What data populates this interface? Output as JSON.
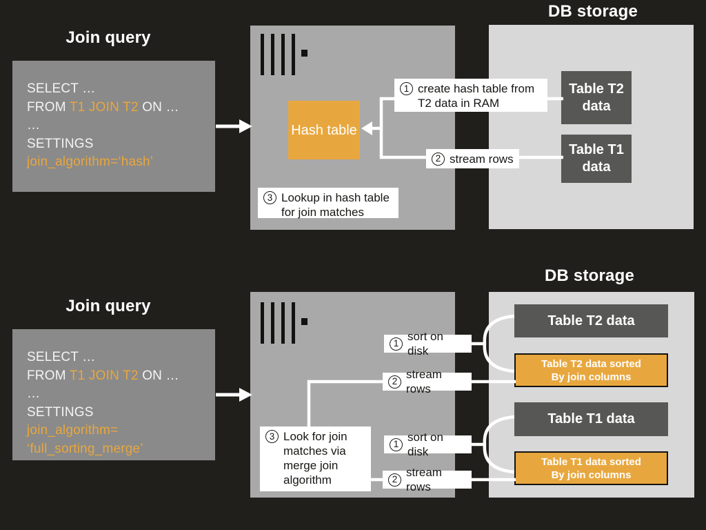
{
  "colors": {
    "background": "#201F1B",
    "accent_orange": "#E8A73E",
    "server_gray": "#A9A9A9",
    "storage_gray": "#D8D8D8",
    "query_box_gray": "#8A8A8A",
    "table_dark_gray": "#575756",
    "connector_white": "#FFFFFF",
    "label_text": "#161613"
  },
  "hash_diagram": {
    "title": "Join query",
    "storage_title": "DB storage",
    "query_lines": [
      [
        {
          "t": "SELECT …"
        }
      ],
      [
        {
          "t": "FROM "
        },
        {
          "t": "T1 JOIN T2",
          "c": "accent"
        },
        {
          "t": " ON …"
        }
      ],
      [
        {
          "t": "…"
        }
      ],
      [
        {
          "t": "SETTINGS"
        }
      ],
      [
        {
          "t": "join_algorithm=‘hash’",
          "c": "accent"
        }
      ]
    ],
    "hash_table_label": "Hash table",
    "steps": {
      "create": {
        "num": "1",
        "text": "create hash table from T2 data in RAM"
      },
      "stream": {
        "num": "2",
        "text": "stream rows"
      },
      "lookup": {
        "num": "3",
        "text": "Lookup in hash table for join matches"
      }
    },
    "tables": {
      "t2": "Table T2 data",
      "t1": "Table T1 data"
    }
  },
  "merge_diagram": {
    "title": "Join query",
    "storage_title": "DB storage",
    "query_lines": [
      [
        {
          "t": "SELECT …"
        }
      ],
      [
        {
          "t": "FROM "
        },
        {
          "t": "T1 JOIN T2",
          "c": "accent"
        },
        {
          "t": " ON …"
        }
      ],
      [
        {
          "t": "…"
        }
      ],
      [
        {
          "t": "SETTINGS"
        }
      ],
      [
        {
          "t": "join_algorithm=",
          "c": "accent"
        }
      ],
      [
        {
          "t": "‘full_sorting_merge’",
          "c": "accent"
        }
      ]
    ],
    "steps": {
      "sort_t2": {
        "num": "1",
        "text": "sort on disk"
      },
      "stream_t2": {
        "num": "2",
        "text": "stream rows"
      },
      "look": {
        "num": "3",
        "text": "Look for join matches via merge join algorithm"
      },
      "sort_t1": {
        "num": "1",
        "text": "sort on disk"
      },
      "stream_t1": {
        "num": "2",
        "text": "stream rows"
      }
    },
    "tables": {
      "t2": "Table T2 data",
      "t2_sorted": {
        "line1": "Table T2 data sorted",
        "line2": "By join columns"
      },
      "t1": "Table T1 data",
      "t1_sorted": {
        "line1": "Table T1 data sorted",
        "line2": "By join columns"
      }
    }
  }
}
